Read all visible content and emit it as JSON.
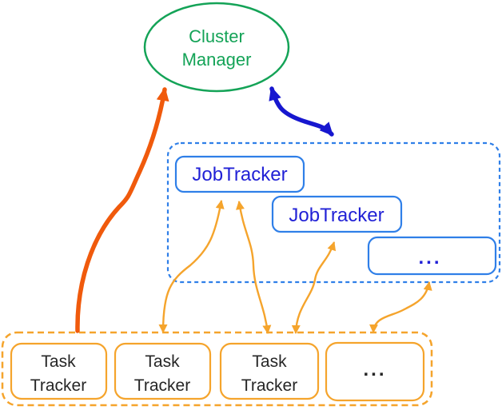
{
  "nodes": {
    "cluster_manager": {
      "line1": "Cluster",
      "line2": "Manager"
    },
    "job_trackers": [
      {
        "label": "JobTracker"
      },
      {
        "label": "JobTracker"
      },
      {
        "label": "..."
      }
    ],
    "task_trackers": [
      {
        "line1": "Task",
        "line2": "Tracker"
      },
      {
        "line1": "Task",
        "line2": "Tracker"
      },
      {
        "line1": "Task",
        "line2": "Tracker"
      },
      {
        "label": "..."
      }
    ]
  },
  "colors": {
    "green": "#14a357",
    "blue_border": "#2f7fe8",
    "blue_text": "#2121d6",
    "blue_arrow": "#1717cf",
    "orange_thick": "#f05a0c",
    "orange_thin": "#f5a42c",
    "dark_text": "#262626",
    "white": "#ffffff"
  }
}
